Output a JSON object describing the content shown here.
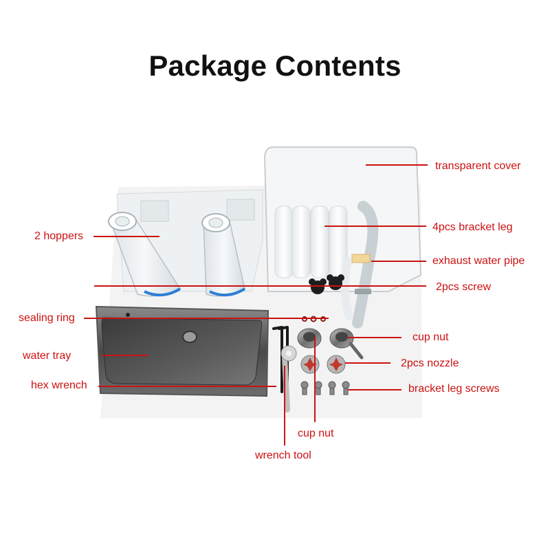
{
  "title": "Package Contents",
  "accent_color": "#cc1111",
  "labels": {
    "transparent_cover": "transparent cover",
    "bracket_leg": "4pcs bracket leg",
    "hoppers": "2 hoppers",
    "exhaust_water_pipe": "exhaust water pipe",
    "screw": "2pcs screw",
    "sealing_ring": "sealing ring",
    "cup_nut_top": "cup nut",
    "water_tray": "water tray",
    "nozzle": "2pcs nozzle",
    "hex_wrench": "hex wrench",
    "bracket_leg_screws": "bracket leg screws",
    "cup_nut_bottom": "cup nut",
    "wrench_tool": "wrench tool"
  }
}
